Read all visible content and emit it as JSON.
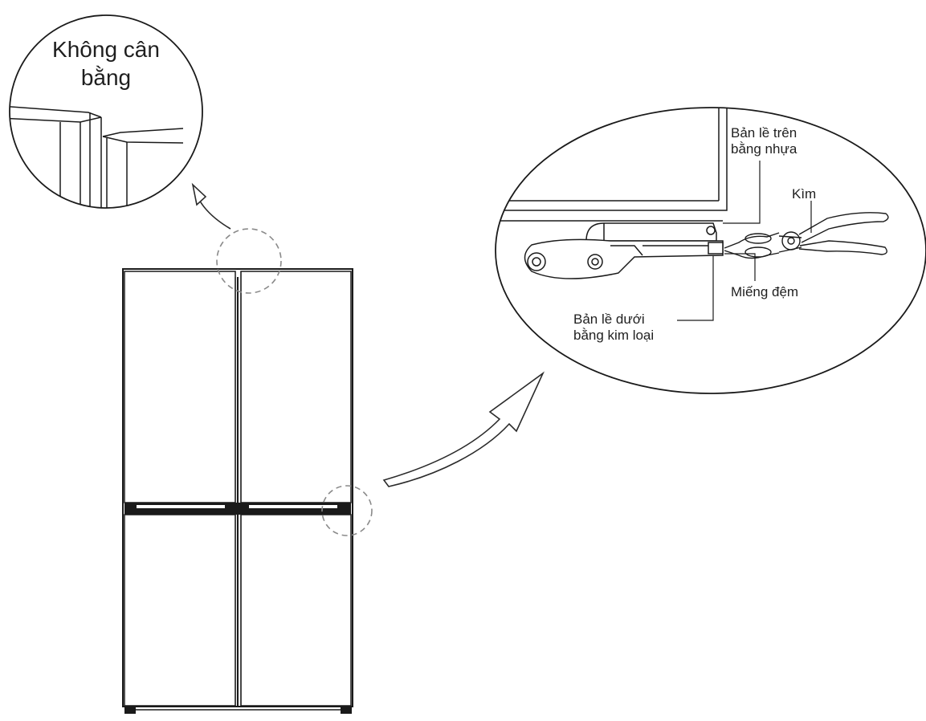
{
  "labels": {
    "unbalanced": "Không cân bằng",
    "unbalanced_line2": "bằng",
    "upper_hinge_line1": "Bản lề trên",
    "upper_hinge_line2": "bằng nhựa",
    "pliers": "Kìm",
    "shim": "Miếng đệm",
    "lower_hinge_line1": "Bản lề dưới",
    "lower_hinge_line2": "bằng kim loại"
  },
  "colors": {
    "stroke": "#1a1a1a",
    "dashed": "#8a8a8a",
    "background": "#ffffff"
  }
}
